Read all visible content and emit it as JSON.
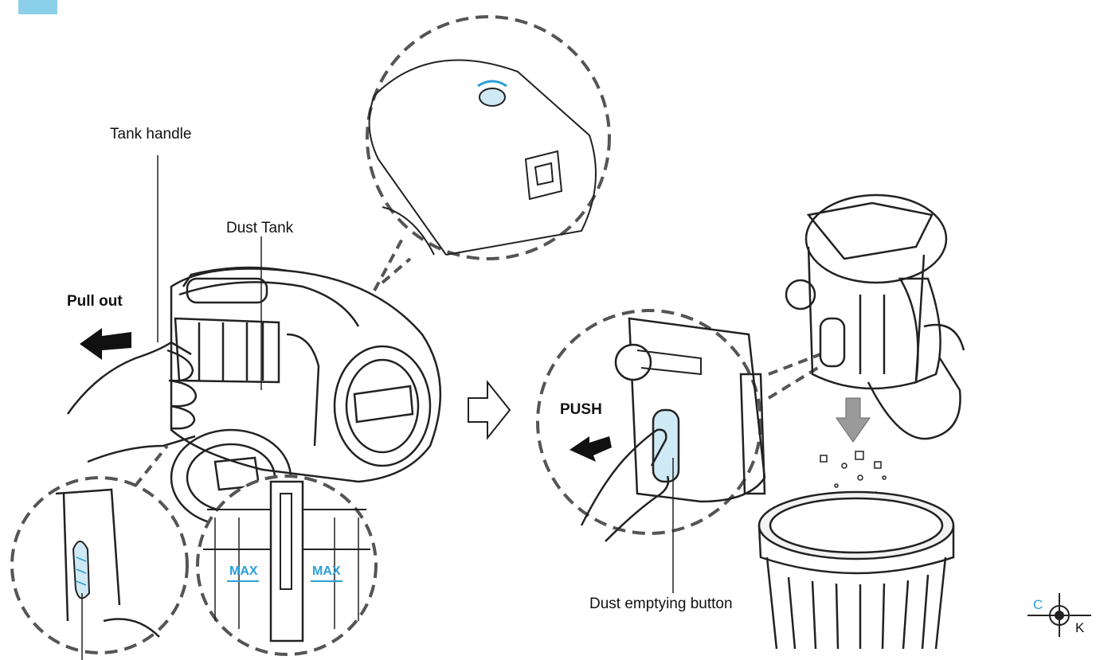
{
  "labels": {
    "tank_handle": "Tank handle",
    "dust_tank": "Dust Tank",
    "pull_out": "Pull out",
    "push": "PUSH",
    "dust_emptying_button": "Dust emptying button",
    "max_left": "MAX",
    "max_right": "MAX"
  },
  "registration_mark": {
    "c": "C",
    "k": "K"
  },
  "colors": {
    "accent_blue": "#8ccfe8",
    "max_text": "#2a9fd8",
    "line": "#222222",
    "dashed": "#555555"
  }
}
